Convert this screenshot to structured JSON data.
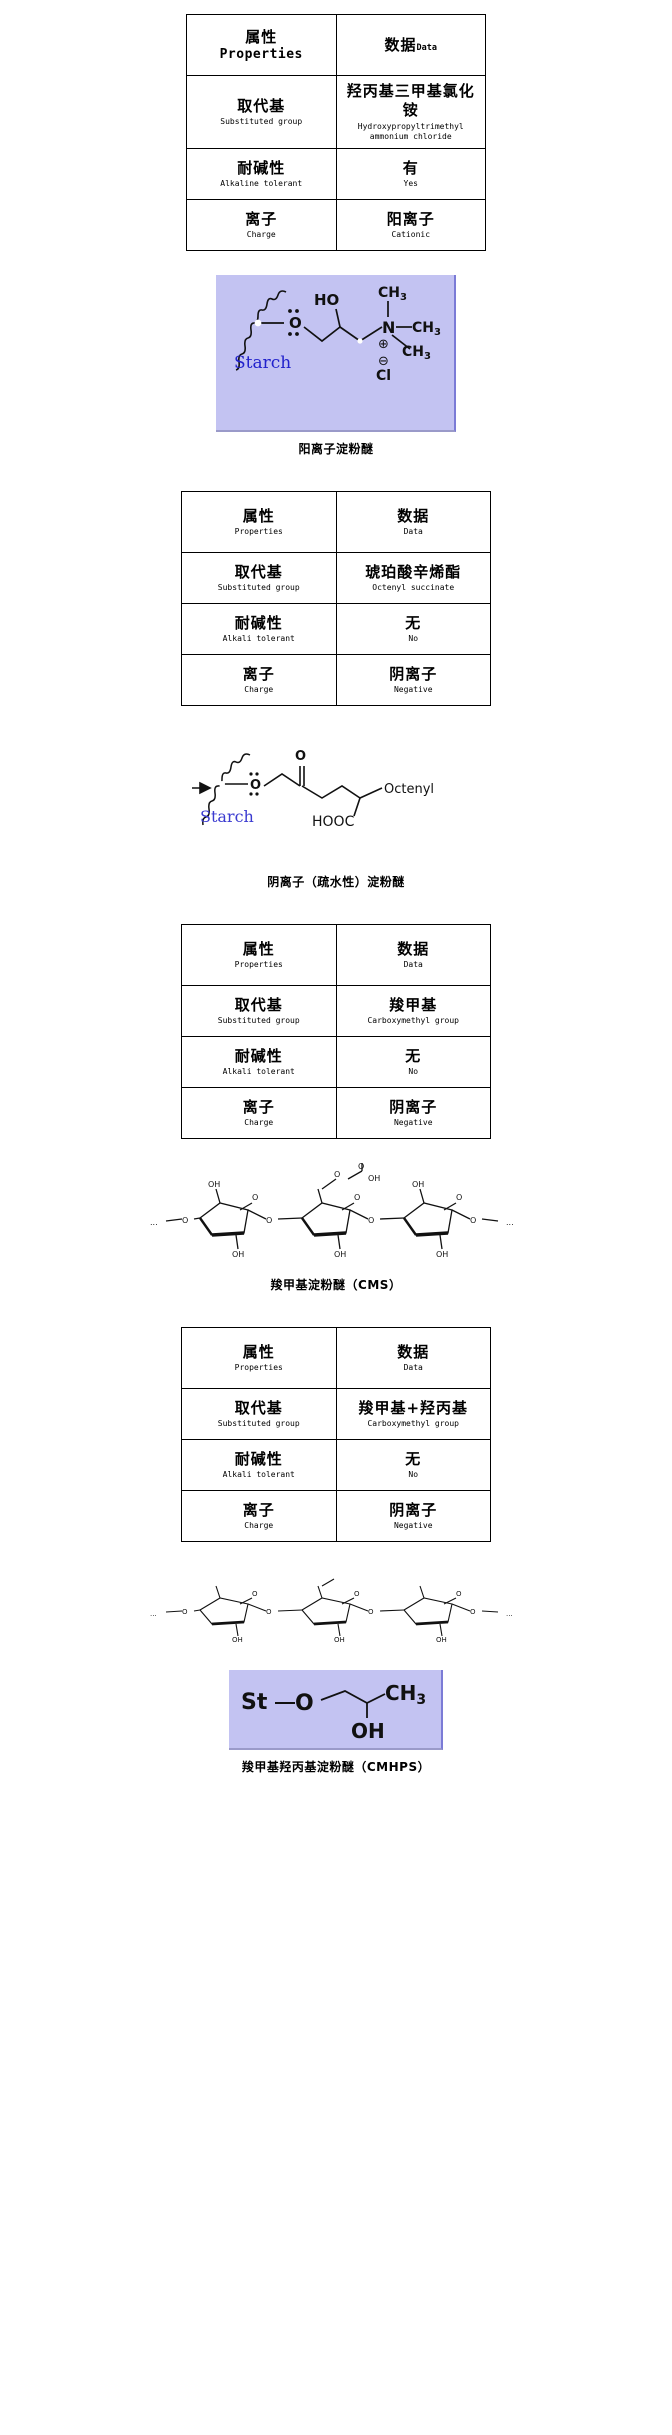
{
  "document": {
    "title": "淀粉醚类型属性对照表",
    "colors": {
      "figure_background": "#c3c3f2",
      "starch_label": "#2222cc",
      "border": "#000000"
    }
  },
  "tables": [
    {
      "id": "cationic",
      "header": {
        "left_cn": "属性",
        "left_en": "Properties",
        "right_cn": "数据",
        "right_en": "Data"
      },
      "rows": [
        {
          "label_cn": "取代基",
          "label_en": "Substituted group",
          "value_cn": "羟丙基三甲基氯化铵",
          "value_en": "Hydroxypropyltrimethyl ammonium chloride"
        },
        {
          "label_cn": "耐碱性",
          "label_en": "Alkaline tolerant",
          "value_cn": "有",
          "value_en": "Yes"
        },
        {
          "label_cn": "离子",
          "label_en": "Charge",
          "value_cn": "阳离子",
          "value_en": "Cationic"
        }
      ]
    },
    {
      "id": "anionic-hydrophobic",
      "header": {
        "left_cn": "属性",
        "left_en": "Properties",
        "right_cn": "数据",
        "right_en": "Data"
      },
      "rows": [
        {
          "label_cn": "取代基",
          "label_en": "Substituted group",
          "value_cn": "琥珀酸辛烯酯",
          "value_en": "Octenyl succinate"
        },
        {
          "label_cn": "耐碱性",
          "label_en": "Alkali tolerant",
          "value_cn": "无",
          "value_en": "No"
        },
        {
          "label_cn": "离子",
          "label_en": "Charge",
          "value_cn": "阴离子",
          "value_en": "Negative"
        }
      ]
    },
    {
      "id": "cms",
      "header": {
        "left_cn": "属性",
        "left_en": "Properties",
        "right_cn": "数据",
        "right_en": "Data"
      },
      "rows": [
        {
          "label_cn": "取代基",
          "label_en": "Substituted group",
          "value_cn": "羧甲基",
          "value_en": "Carboxymethyl group"
        },
        {
          "label_cn": "耐碱性",
          "label_en": "Alkali tolerant",
          "value_cn": "无",
          "value_en": "No"
        },
        {
          "label_cn": "离子",
          "label_en": "Charge",
          "value_cn": "阴离子",
          "value_en": "Negative"
        }
      ]
    },
    {
      "id": "cmhps",
      "header": {
        "left_cn": "属性",
        "left_en": "Properties",
        "right_cn": "数据",
        "right_en": "Data"
      },
      "rows": [
        {
          "label_cn": "取代基",
          "label_en": "Substituted group",
          "value_cn": "羧甲基+羟丙基",
          "value_en": "Carboxymethyl group"
        },
        {
          "label_cn": "耐碱性",
          "label_en": "Alkali tolerant",
          "value_cn": "无",
          "value_en": "No"
        },
        {
          "label_cn": "离子",
          "label_en": "Charge",
          "value_cn": "阴离子",
          "value_en": "Negative"
        }
      ]
    }
  ],
  "figures": [
    {
      "id": "cationic-structure",
      "caption": "阳离子淀粉醚",
      "labels": {
        "starch": "Starch",
        "hydroxyl": "HO",
        "nitrogen": "N",
        "methyl": "CH",
        "methyl_sub": "3",
        "chloride": "Cl",
        "plus": "⊕",
        "minus": "⊖"
      }
    },
    {
      "id": "anionic-structure",
      "caption": "阴离子（疏水性）淀粉醚",
      "labels": {
        "starch": "Starch",
        "oxygen": "O",
        "octenyl": "Octenyl",
        "carboxyl": "HOOC"
      }
    },
    {
      "id": "cms-structure",
      "caption": "羧甲基淀粉醚（CMS）",
      "labels": {
        "hydroxyl": "OH",
        "oxygen": "O",
        "ellipsis": "...",
        "carboxyl_o": "O",
        "carboxyl_oh": "OH"
      }
    },
    {
      "id": "cmhps-structure",
      "caption": "羧甲基羟丙基淀粉醚（CMHPS）",
      "labels": {
        "starch_abbrev": "St",
        "oxygen": "O",
        "methyl": "CH",
        "methyl_sub": "3",
        "hydroxyl": "OH",
        "ring_oh": "OH",
        "ellipsis": "..."
      }
    }
  ]
}
